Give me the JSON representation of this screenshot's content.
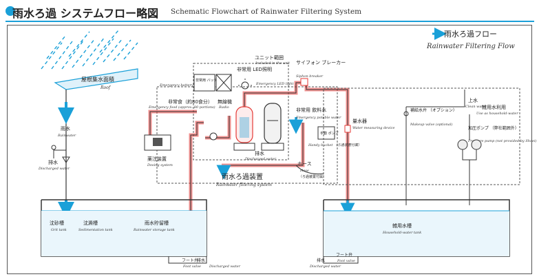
{
  "header": {
    "title_jp": "雨水ろ過 システムフロー略図",
    "title_en": "Schematic Flowchart of Rainwater Filtering System"
  },
  "legend": {
    "jp": "雨水ろ過フロー",
    "en": "Rainwater Filtering Flow"
  },
  "labels": {
    "roof_jp": "屋根集水面積",
    "roof_en": "Roof",
    "rainwater_jp": "雨水",
    "rainwater_en": "Rainwater",
    "discharge_jp": "排水",
    "discharge_en": "Discharged water",
    "unit_jp": "ユニット範囲",
    "unit_en": "Included in the unit",
    "emergency_battery_jp": "非常用 バッテリー",
    "emergency_battery_en": "Emergency battery",
    "emergency_led_jp": "非常用 LED照明",
    "emergency_led_en": "Emergency LED light",
    "siphon_jp": "サイフォン ブレーカー",
    "siphon_en": "Siphon breaker",
    "emergency_food_jp": "非常食（約80食分）",
    "emergency_food_en": "Emergency food (approx. 80 portions)",
    "radio_jp": "無線機",
    "radio_en": "Radio",
    "potable_jp": "非常用 飲料水",
    "potable_en": "Emergency potable water",
    "measuring_jp": "量水器",
    "measuring_en": "Water measuring device",
    "bucket_jp": "Handy bucket （ろ過装置付属）",
    "bucket_en": "Handy bucket",
    "dosing_jp": "薬注装置",
    "dosing_en": "Dosing system",
    "unit_discharge_jp": "排水",
    "unit_discharge_en": "Discharged water",
    "hose_jp": "ホース",
    "hose_en": "Hose",
    "hose_note": "（ろ過装置付属）",
    "filter_jp": "雨水ろ過装置",
    "filter_en": "Rainwater filtering system",
    "clean_jp": "上水",
    "clean_en": "Clean water",
    "household_use_jp": "雑用水利用",
    "household_use_en": "Use as household-water",
    "makeup_jp": "補給水弁 （オプション）",
    "makeup_en": "Makeup valve (optional)",
    "pump_jp": "加圧ポンプ （弊社範囲外）",
    "pump_en": "Pressure pump (not provided by Shoei)",
    "grit_jp": "沈砂槽",
    "grit_en": "Grit tank",
    "sedimentation_jp": "沈澱槽",
    "sedimentation_en": "Sedimentation tank",
    "storage_jp": "雨水貯留槽",
    "storage_en": "Rainwater storage tank",
    "household_tank_jp": "雑用水槽",
    "household_tank_en": "Household-water tank",
    "foot_valve_jp": "フート弁",
    "foot_valve_en": "Foot valve",
    "bottom_discharge_jp": "排水",
    "bottom_discharge_en": "Discharged water",
    "foot_valve2_jp": "フート弁",
    "foot_valve2_en": "Foot valve",
    "bottom_discharge2_jp": "排水",
    "bottom_discharge2_en": "Discharged water",
    "battery_box": "非常用 バッテリー",
    "bucket_box": "手動 ポンプ"
  },
  "colors": {
    "flow": "#1aa0d8",
    "pipe_highlight": "#e53935",
    "pipe": "#333333",
    "dashed": "#555555"
  }
}
